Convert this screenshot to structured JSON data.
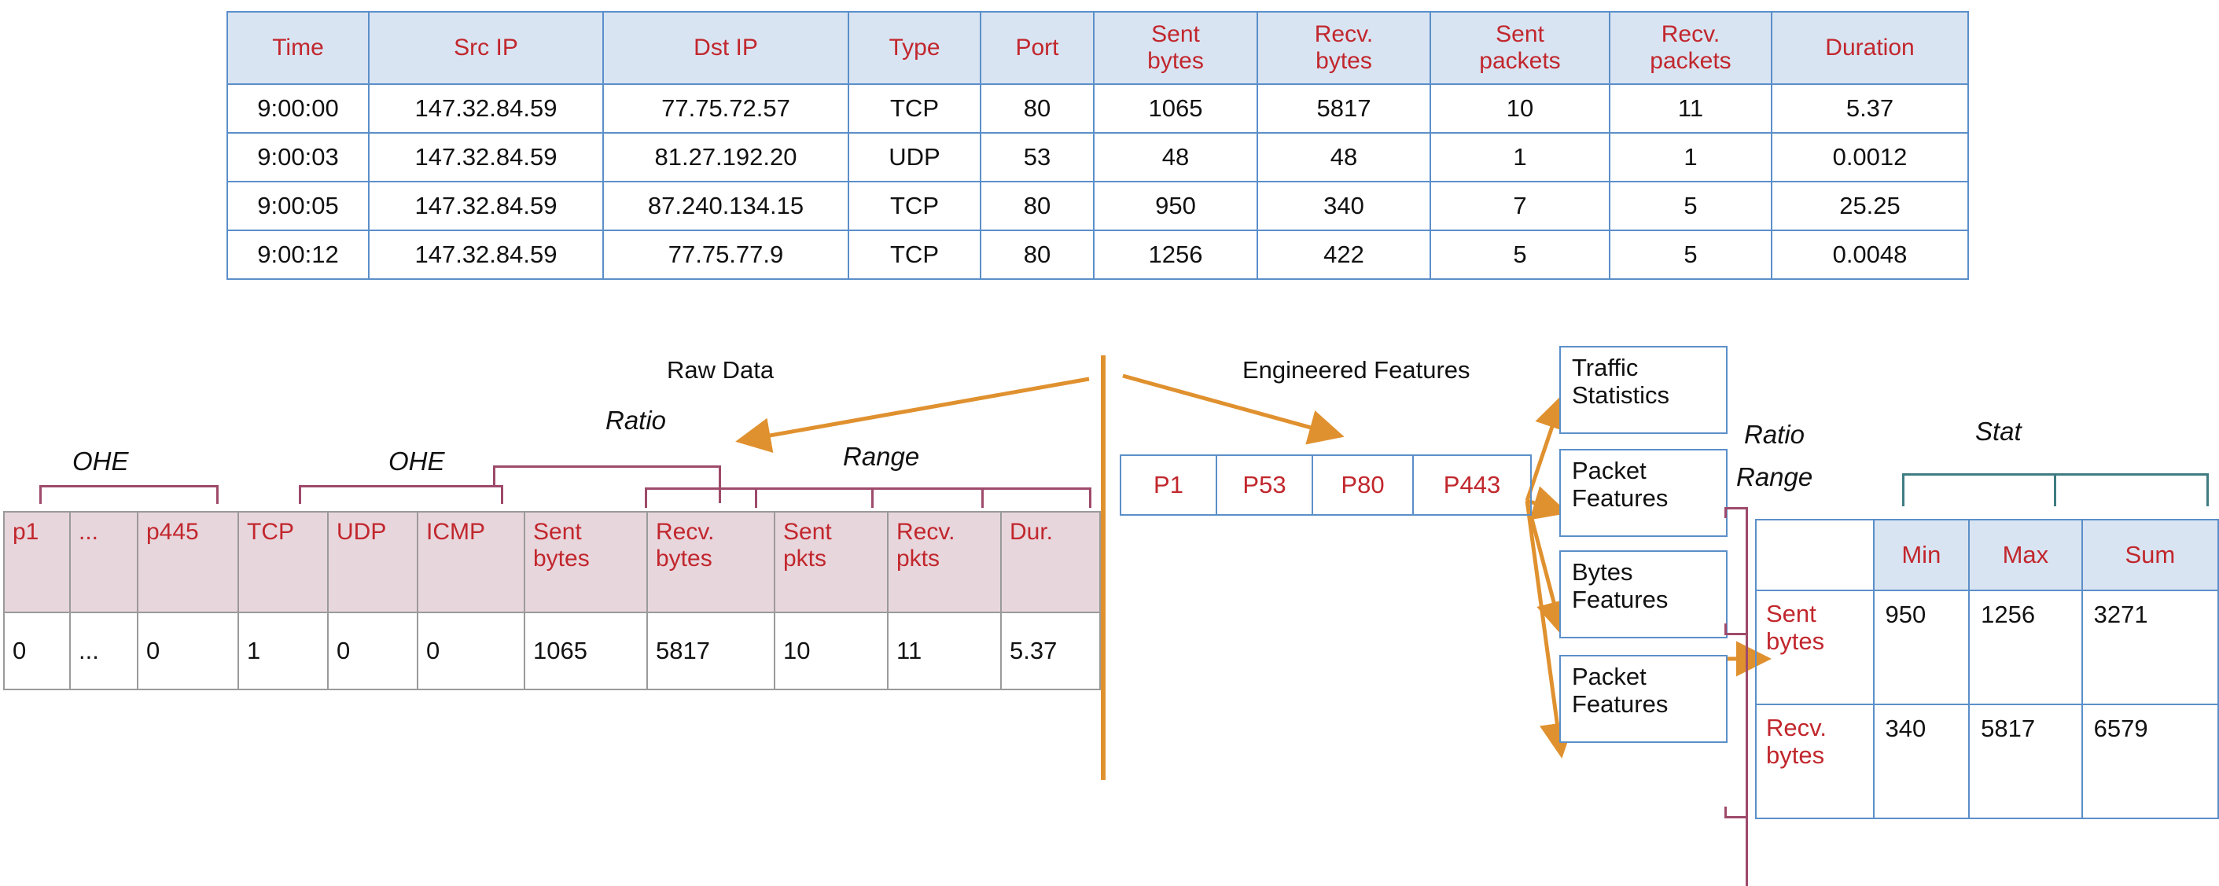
{
  "raw_table": {
    "headers": [
      "Time",
      "Src IP",
      "Dst IP",
      "Type",
      "Port",
      "Sent\nbytes",
      "Recv.\nbytes",
      "Sent\npackets",
      "Recv.\npackets",
      "Duration"
    ],
    "headers_flat": [
      "Time",
      "Src IP",
      "Dst IP",
      "Type",
      "Port",
      "Sent bytes",
      "Recv. bytes",
      "Sent packets",
      "Recv. packets",
      "Duration"
    ],
    "h0": "Time",
    "h1": "Src IP",
    "h2": "Dst IP",
    "h3": "Type",
    "h4": "Port",
    "h5a": "Sent",
    "h5b": "bytes",
    "h6a": "Recv.",
    "h6b": "bytes",
    "h7a": "Sent",
    "h7b": "packets",
    "h8a": "Recv.",
    "h8b": "packets",
    "h9": "Duration",
    "rows": [
      {
        "time": "9:00:00",
        "src": "147.32.84.59",
        "dst": "77.75.72.57",
        "type": "TCP",
        "port": "80",
        "sent_bytes": "1065",
        "recv_bytes": "5817",
        "sent_packets": "10",
        "recv_packets": "11",
        "duration": "5.37"
      },
      {
        "time": "9:00:03",
        "src": "147.32.84.59",
        "dst": "81.27.192.20",
        "type": "UDP",
        "port": "53",
        "sent_bytes": "48",
        "recv_bytes": "48",
        "sent_packets": "1",
        "recv_packets": "1",
        "duration": "0.0012"
      },
      {
        "time": "9:00:05",
        "src": "147.32.84.59",
        "dst": "87.240.134.15",
        "type": "TCP",
        "port": "80",
        "sent_bytes": "950",
        "recv_bytes": "340",
        "sent_packets": "7",
        "recv_packets": "5",
        "duration": "25.25"
      },
      {
        "time": "9:00:12",
        "src": "147.32.84.59",
        "dst": "77.75.77.9",
        "type": "TCP",
        "port": "80",
        "sent_bytes": "1256",
        "recv_bytes": "422",
        "sent_packets": "5",
        "recv_packets": "5",
        "duration": "0.0048"
      }
    ]
  },
  "labels": {
    "raw_data": "Raw Data",
    "engineered_features": "Engineered Features",
    "ohe_1": "OHE",
    "ohe_2": "OHE",
    "ratio_left": "Ratio",
    "range_left": "Range",
    "ratio_right": "Ratio",
    "range_right": "Range",
    "stat": "Stat"
  },
  "ohe_table": {
    "headers": {
      "c0": "p1",
      "c1": "...",
      "c2": "p445",
      "c3": "TCP",
      "c4": "UDP",
      "c5": "ICMP",
      "c6a": "Sent",
      "c6b": "bytes",
      "c7a": "Recv.",
      "c7b": "bytes",
      "c8a": "Sent",
      "c8b": "pkts",
      "c9a": "Recv.",
      "c9b": "pkts",
      "c10": "Dur."
    },
    "headers_flat": [
      "p1",
      "...",
      "p445",
      "TCP",
      "UDP",
      "ICMP",
      "Sent bytes",
      "Recv. bytes",
      "Sent pkts",
      "Recv. pkts",
      "Dur."
    ],
    "values": [
      "0",
      "...",
      "0",
      "1",
      "0",
      "0",
      "1065",
      "5817",
      "10",
      "11",
      "5.37"
    ]
  },
  "port_table": {
    "cells": [
      "P1",
      "P53",
      "P80",
      "P443"
    ]
  },
  "feature_boxes": [
    {
      "line1": "Traffic",
      "line2": "Statistics"
    },
    {
      "line1": "Packet",
      "line2": "Features"
    },
    {
      "line1": "Bytes",
      "line2": "Features"
    },
    {
      "line1": "Packet",
      "line2": "Features"
    }
  ],
  "stat_table": {
    "corner": "",
    "headers": [
      "Min",
      "Max",
      "Sum"
    ],
    "h0": "Min",
    "h1": "Max",
    "h2": "Sum",
    "rows": [
      {
        "label_a": "Sent",
        "label_b": "bytes",
        "min": "950",
        "max": "1256",
        "sum": "3271"
      },
      {
        "label_a": "Recv.",
        "label_b": "bytes",
        "min": "340",
        "max": "5817",
        "sum": "6579"
      }
    ]
  },
  "colors": {
    "header_fill": "#d9e4f2",
    "header_text": "#c1272d",
    "table_border_blue": "#5b8fc9",
    "pink_fill": "#e8d6dd",
    "pink_border": "#9a9a9a",
    "bracket_maroon": "#9e4a6b",
    "bracket_teal": "#3f7c82",
    "arrow_orange": "#e0912f"
  }
}
